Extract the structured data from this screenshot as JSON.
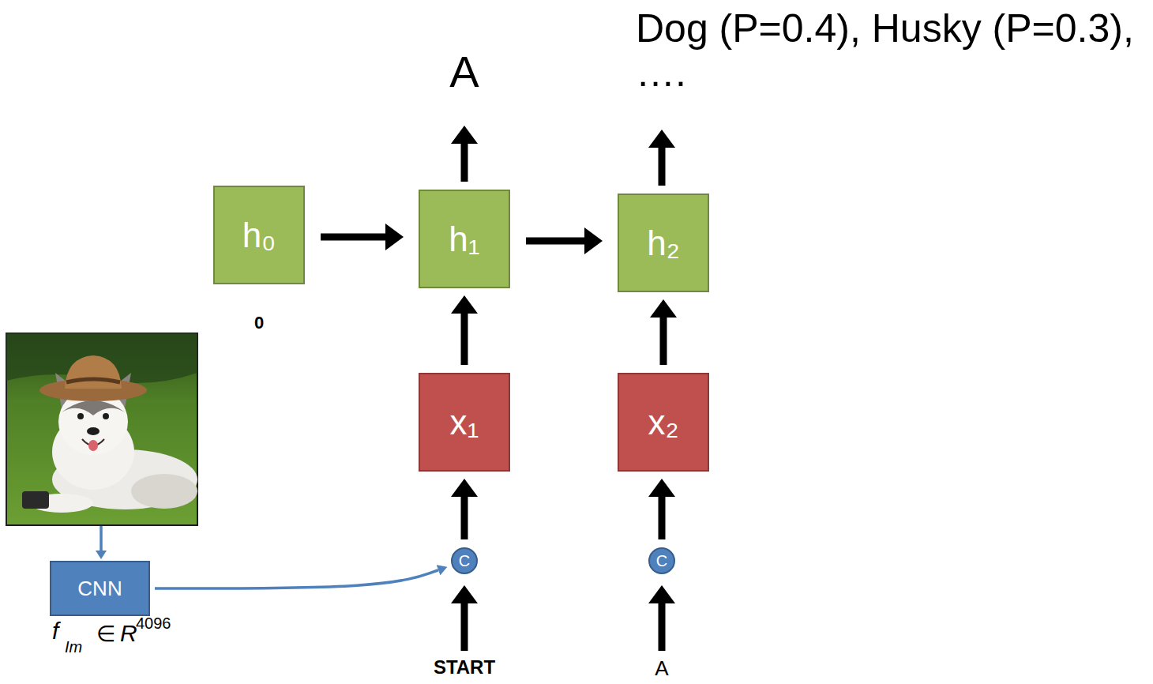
{
  "diagram": {
    "nodes": [
      {
        "text": [
          "h₀"
        ]
      },
      {
        "text": [
          "h₁"
        ]
      },
      {
        "text": [
          "h₂"
        ]
      },
      {
        "text": [
          "x₁"
        ]
      },
      {
        "text": [
          "x₂"
        ]
      },
      {
        "text": [
          "C"
        ]
      },
      {
        "text": [
          "C"
        ]
      },
      {
        "text": [
          "CNN"
        ]
      }
    ],
    "edges": [
      {
        "from": 0,
        "to": 1,
        "arrow": "to"
      },
      {
        "from": 1,
        "to": 2,
        "arrow": "to"
      },
      {
        "from": 3,
        "to": 1,
        "arrow": "to"
      },
      {
        "from": 4,
        "to": 2,
        "arrow": "to"
      },
      {
        "from": 5,
        "to": 3,
        "arrow": "to"
      },
      {
        "from": 6,
        "to": 4,
        "arrow": "to"
      },
      {
        "from": 7,
        "to": 5,
        "arrow": "to"
      }
    ],
    "labels": [
      "0",
      "A",
      "Dog (P=0.4), Husky (P=0.3), ….",
      "START",
      "A",
      "f",
      "Im",
      "∈",
      "R",
      "4096"
    ]
  }
}
